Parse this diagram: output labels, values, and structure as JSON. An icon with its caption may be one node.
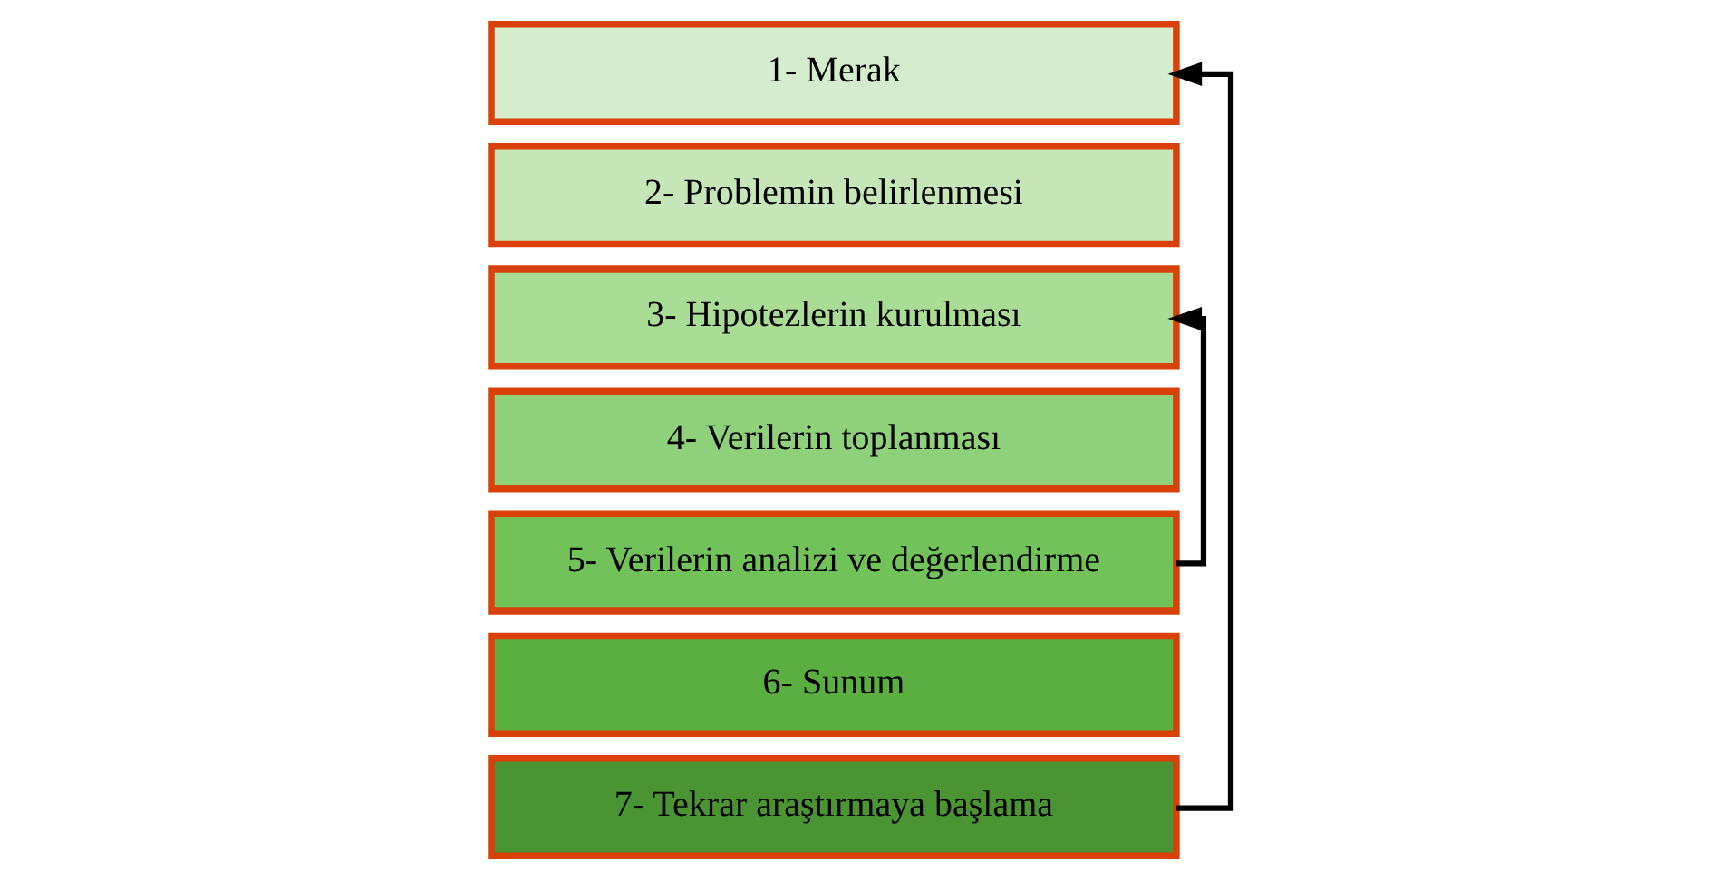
{
  "diagram": {
    "nodes": [
      {
        "text": [
          "1- Merak"
        ]
      },
      {
        "text": [
          "2- Problemin belirlenmesi"
        ]
      },
      {
        "text": [
          "3- Hipotezlerin kurulması"
        ]
      },
      {
        "text": [
          "4- Verilerin toplanması"
        ]
      },
      {
        "text": [
          "5- Verilerin analizi ve değerlendirme"
        ]
      },
      {
        "text": [
          "6- Sunum"
        ]
      },
      {
        "text": [
          "7- Tekrar araştırmaya başlama"
        ]
      }
    ],
    "edges": [
      {
        "from": 6,
        "to": 0,
        "arrow": "to"
      },
      {
        "from": 4,
        "to": 2,
        "arrow": "to"
      }
    ]
  }
}
